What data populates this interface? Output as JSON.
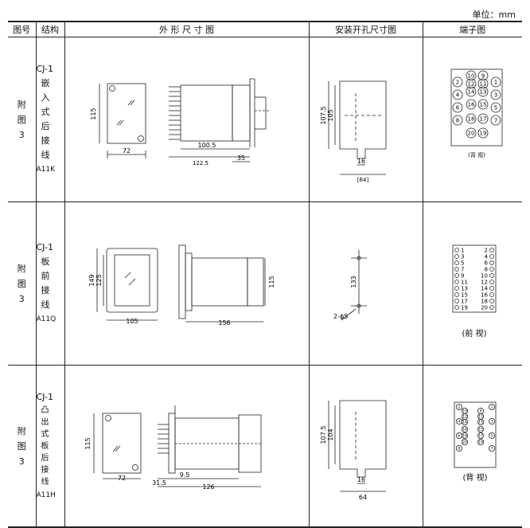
{
  "unit_label": "单位：mm",
  "headers": {
    "col1": "图号",
    "col2": "结构",
    "col3": "外 形 尺 寸 图",
    "col4": "安装开孔尺寸图",
    "col5": "端子图"
  },
  "rows": [
    {
      "fig": "附图3",
      "model": "CJ-1",
      "structure": "嵌入式后接线",
      "code": "A11K",
      "dims_outline": {
        "height": "115",
        "width": "72",
        "body": "100.5",
        "tail": "35",
        "total": "122.5"
      },
      "dims_cutout": {
        "outer": "107.5",
        "inner": "105",
        "gap": "16",
        "width": "[64]"
      },
      "terminal_numbers": [
        "1",
        "2",
        "3",
        "4",
        "5",
        "6",
        "7",
        "8",
        "9",
        "10",
        "11",
        "12",
        "13",
        "14",
        "15",
        "16",
        "17",
        "18",
        "19",
        "20"
      ],
      "view_label": "(背 视)"
    },
    {
      "fig": "附图3",
      "model": "CJ-1",
      "structure": "板前接线",
      "code": "A11Q",
      "dims_outline": {
        "h_outer": "149",
        "h_inner": "125",
        "width": "105",
        "depth": "156",
        "side": "115"
      },
      "dims_cutout": {
        "spacing": "133",
        "hole": "2-ϕ5"
      },
      "terminal_left": [
        "1",
        "3",
        "5",
        "7",
        "9",
        "11",
        "13",
        "15",
        "17",
        "19"
      ],
      "terminal_right": [
        "2",
        "4",
        "6",
        "8",
        "10",
        "12",
        "14",
        "16",
        "18",
        "20"
      ],
      "view_label": "(前 视)"
    },
    {
      "fig": "附图3",
      "model": "CJ-1",
      "structure": "凸出式板后接线",
      "code": "A11H",
      "dims_outline": {
        "height": "115",
        "width": "72",
        "front": "31.5",
        "gap": "9.5",
        "depth": "126"
      },
      "dims_cutout": {
        "outer": "107.5",
        "inner": "104",
        "gap": "16",
        "width": "64"
      },
      "terminal_numbers": [
        "1",
        "2",
        "3",
        "4",
        "5",
        "6",
        "7",
        "8",
        "9",
        "10",
        "11",
        "12",
        "13",
        "14",
        "15",
        "16",
        "17",
        "18",
        "19",
        "20"
      ],
      "view_label": "(背 视)"
    }
  ]
}
